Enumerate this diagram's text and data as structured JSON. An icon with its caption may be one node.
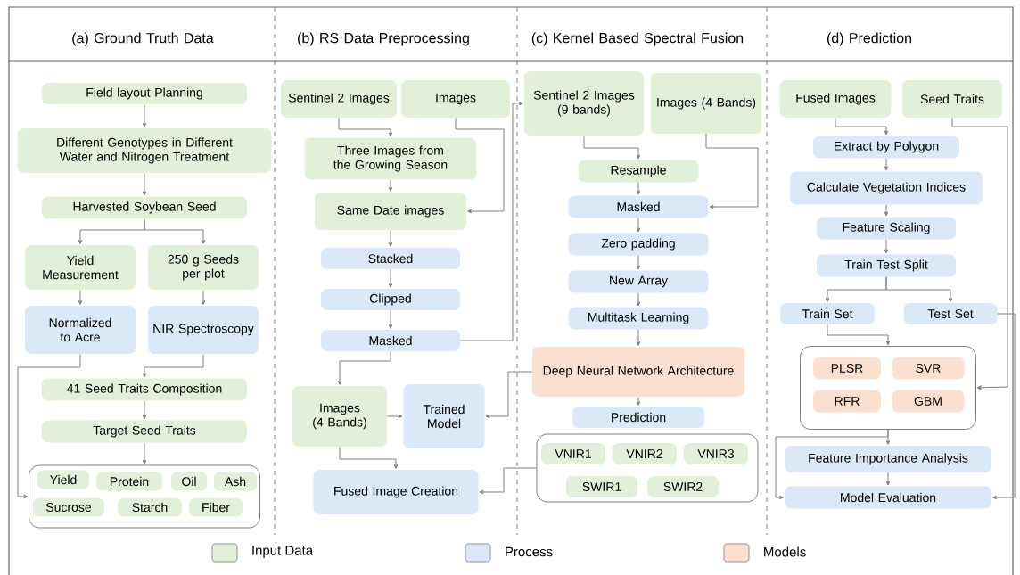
{
  "diagram": {
    "nodes": [
      {
        "text": [
          "Field layout Planning"
        ]
      },
      {
        "text": [
          "Different Genotypes in Different Water and Nitrogen Treatment"
        ]
      },
      {
        "text": [
          "Harvested Soybean Seed"
        ]
      },
      {
        "text": [
          "Yield Measurement"
        ]
      },
      {
        "text": [
          "250 g Seeds per plot"
        ]
      },
      {
        "text": [
          "Normalized to Acre"
        ]
      },
      {
        "text": [
          "NIR Spectroscopy"
        ]
      },
      {
        "text": [
          "41 Seed Traits Composition"
        ]
      },
      {
        "text": [
          "Target Seed Traits"
        ]
      },
      {
        "text": [],
        "shape": "box"
      },
      {
        "text": [
          "Yield"
        ],
        "in": 9
      },
      {
        "text": [
          "Protein"
        ],
        "in": 9
      },
      {
        "text": [
          "Oil"
        ],
        "in": 9
      },
      {
        "text": [
          "Ash"
        ],
        "in": 9
      },
      {
        "text": [
          "Sucrose"
        ],
        "in": 9
      },
      {
        "text": [
          "Starch"
        ],
        "in": 9
      },
      {
        "text": [
          "Fiber"
        ],
        "in": 9
      },
      {
        "text": [
          "Sentinel 2 Images"
        ]
      },
      {
        "text": [
          "Images"
        ]
      },
      {
        "text": [
          "Three Images from the Growing Season"
        ]
      },
      {
        "text": [
          "Same Date images"
        ]
      },
      {
        "text": [
          "Stacked"
        ]
      },
      {
        "text": [
          "Clipped"
        ]
      },
      {
        "text": [
          "Masked"
        ]
      },
      {
        "text": [
          "Images (4 Bands)"
        ]
      },
      {
        "text": [
          "Trained Model"
        ]
      },
      {
        "text": [
          "Fused Image Creation"
        ]
      },
      {
        "text": [
          "Sentinel 2 Images (9 bands)"
        ]
      },
      {
        "text": [
          "Images (4 Bands)"
        ]
      },
      {
        "text": [
          "Resample"
        ]
      },
      {
        "text": [
          "Masked"
        ]
      },
      {
        "text": [
          "Zero padding"
        ]
      },
      {
        "text": [
          "New Array"
        ]
      },
      {
        "text": [
          "Multitask Learning"
        ]
      },
      {
        "text": [
          "Deep Neural Network Architecture"
        ]
      },
      {
        "text": [
          "Prediction"
        ]
      },
      {
        "text": [],
        "shape": "box"
      },
      {
        "text": [
          "VNIR1"
        ],
        "in": 36
      },
      {
        "text": [
          "VNIR2"
        ],
        "in": 36
      },
      {
        "text": [
          "VNIR3"
        ],
        "in": 36
      },
      {
        "text": [
          "SWIR1"
        ],
        "in": 36
      },
      {
        "text": [
          "SWIR2"
        ],
        "in": 36
      },
      {
        "text": [
          "Fused Images"
        ]
      },
      {
        "text": [
          "Seed Traits"
        ]
      },
      {
        "text": [
          "Extract by Polygon"
        ]
      },
      {
        "text": [
          "Calculate Vegetation Indices"
        ]
      },
      {
        "text": [
          "Feature Scaling"
        ]
      },
      {
        "text": [
          "Train Test Split"
        ]
      },
      {
        "text": [
          "Train Set"
        ]
      },
      {
        "text": [
          "Test Set"
        ]
      },
      {
        "text": [],
        "shape": "box"
      },
      {
        "text": [
          "PLSR"
        ],
        "in": 50
      },
      {
        "text": [
          "SVR"
        ],
        "in": 50
      },
      {
        "text": [
          "RFR"
        ],
        "in": 50
      },
      {
        "text": [
          "GBM"
        ],
        "in": 50
      },
      {
        "text": [
          "Feature Importance Analysis"
        ]
      },
      {
        "text": [
          "Model Evaluation"
        ]
      }
    ],
    "edges": [
      {
        "from": 0,
        "to": 1,
        "arrow": "to"
      },
      {
        "from": 1,
        "to": 2,
        "arrow": "to"
      },
      {
        "from": 2,
        "to": 3,
        "arrow": "to"
      },
      {
        "from": 2,
        "to": 4,
        "arrow": "to"
      },
      {
        "from": 3,
        "to": 5,
        "arrow": "to"
      },
      {
        "from": 4,
        "to": 6,
        "arrow": "to"
      },
      {
        "from": 5,
        "to": 9,
        "arrow": "to"
      },
      {
        "from": 6,
        "to": 7,
        "arrow": "to"
      },
      {
        "from": 7,
        "to": 8,
        "arrow": "to"
      },
      {
        "from": 8,
        "to": 9,
        "arrow": "to"
      },
      {
        "from": 17,
        "to": 19,
        "arrow": "to"
      },
      {
        "from": 18,
        "to": 20,
        "arrow": "to"
      },
      {
        "from": 19,
        "to": 20,
        "arrow": "to"
      },
      {
        "from": 20,
        "to": 21,
        "arrow": "to"
      },
      {
        "from": 21,
        "to": 22,
        "arrow": "to"
      },
      {
        "from": 22,
        "to": 23,
        "arrow": "to"
      },
      {
        "from": 23,
        "to": 27,
        "arrow": "to"
      },
      {
        "from": 23,
        "to": 24,
        "arrow": "to"
      },
      {
        "from": 24,
        "to": 25,
        "arrow": "to"
      },
      {
        "from": 24,
        "to": 26,
        "arrow": "to"
      },
      {
        "from": 34,
        "to": 25,
        "arrow": "to"
      },
      {
        "from": 36,
        "to": 26,
        "arrow": "to"
      },
      {
        "from": 27,
        "to": 29,
        "arrow": "to"
      },
      {
        "from": 28,
        "to": 30,
        "arrow": "to"
      },
      {
        "from": 29,
        "to": 30,
        "arrow": "to"
      },
      {
        "from": 30,
        "to": 31,
        "arrow": "to"
      },
      {
        "from": 31,
        "to": 32,
        "arrow": "to"
      },
      {
        "from": 32,
        "to": 33,
        "arrow": "to"
      },
      {
        "from": 33,
        "to": 34,
        "arrow": "to"
      },
      {
        "from": 34,
        "to": 35,
        "arrow": "to"
      },
      {
        "from": 42,
        "to": 44,
        "arrow": "to"
      },
      {
        "from": 43,
        "to": 50,
        "arrow": "to"
      },
      {
        "from": 44,
        "to": 45,
        "arrow": "to"
      },
      {
        "from": 45,
        "to": 46,
        "arrow": "to"
      },
      {
        "from": 46,
        "to": 47,
        "arrow": "to"
      },
      {
        "from": 47,
        "to": 48,
        "arrow": "to"
      },
      {
        "from": 47,
        "to": 49,
        "arrow": "to"
      },
      {
        "from": 48,
        "to": 50,
        "arrow": "to"
      },
      {
        "from": 49,
        "to": 56,
        "arrow": "to"
      },
      {
        "from": 50,
        "to": 55,
        "arrow": "to"
      },
      {
        "from": 50,
        "to": 56,
        "arrow": "to"
      },
      {
        "from": 55,
        "to": 56,
        "arrow": "to"
      }
    ],
    "labels": [
      "(a) Ground Truth Data",
      "(b) RS Data Preprocessing",
      "(c) Kernel Based Spectral Fusion",
      "(d) Prediction"
    ],
    "legend": [
      {
        "text": "Input Data",
        "color": "#e2f0d9"
      },
      {
        "text": "Process",
        "color": "#dae8f7"
      },
      {
        "text": "Models",
        "color": "#fbe0d0"
      }
    ]
  }
}
